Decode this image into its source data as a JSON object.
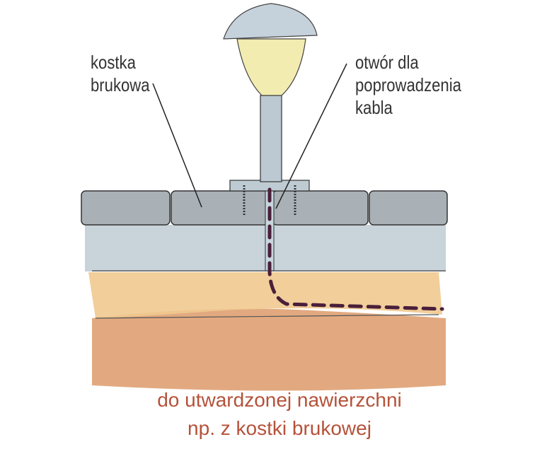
{
  "labels": {
    "paver": [
      "kostka",
      "brukowa"
    ],
    "cable_hole": [
      "otwór dla",
      "poprowadzenia",
      "kabla"
    ]
  },
  "caption": [
    "do utwardzonej nawierzchni",
    "np. z kostki brukowej"
  ],
  "colors": {
    "paver": "#a9b1b6",
    "gravel_base": "#c8d3da",
    "sand": "#f0c98f",
    "soil": "#dd9a6a",
    "cable": "#4a1f3a",
    "caption": "#b5523a",
    "lamp_glass": "#f3ecb0",
    "lamp_cap": "#c6d2db"
  }
}
